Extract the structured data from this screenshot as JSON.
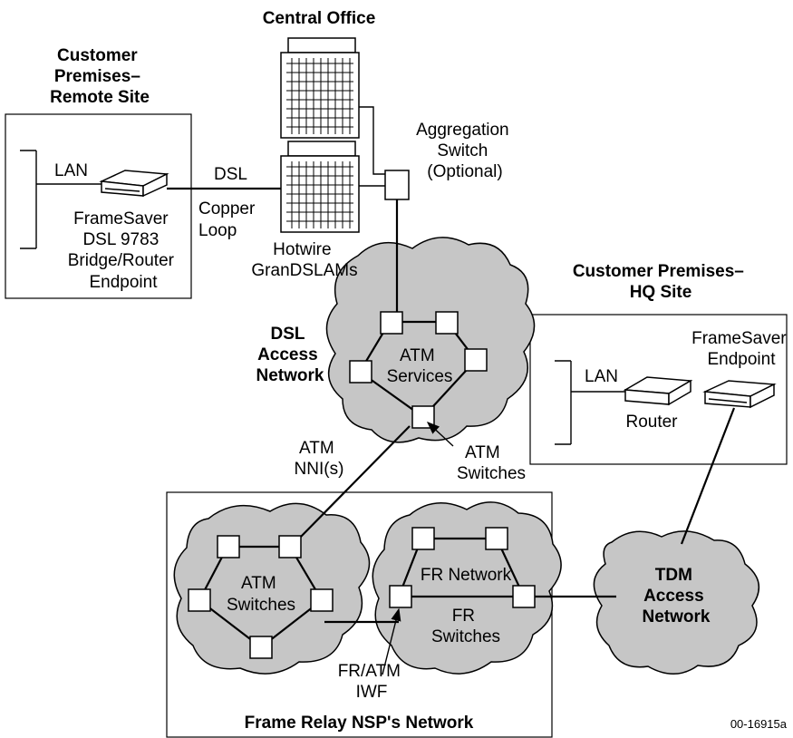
{
  "labels": {
    "central_office": "Central Office",
    "cp_remote": [
      "Customer",
      "Premises–",
      "Remote Site"
    ],
    "lan_remote": "LAN",
    "dsl": "DSL",
    "copper_loop": [
      "Copper",
      "Loop"
    ],
    "framesaver_remote": [
      "FrameSaver",
      "DSL 9783",
      "Bridge/Router",
      "Endpoint"
    ],
    "hotwire": [
      "Hotwire",
      "GranDSLAMs"
    ],
    "aggregation": [
      "Aggregation",
      "Switch",
      "(Optional)"
    ],
    "cp_hq": [
      "Customer Premises–",
      "HQ Site"
    ],
    "framesaver_hq": [
      "FrameSaver",
      "Endpoint"
    ],
    "lan_hq": "LAN",
    "router": "Router",
    "dsl_access": [
      "DSL",
      "Access",
      "Network"
    ],
    "atm_services": [
      "ATM",
      "Services"
    ],
    "atm_switches_top": [
      "ATM",
      "Switches"
    ],
    "atm_nni": [
      "ATM",
      "NNI(s)"
    ],
    "atm_switches_cloud": [
      "ATM",
      "Switches"
    ],
    "fr_network": "FR Network",
    "fr_switches": [
      "FR",
      "Switches"
    ],
    "fr_atm_iwf": [
      "FR/ATM",
      "IWF"
    ],
    "tdm_access": [
      "TDM",
      "Access",
      "Network"
    ],
    "frame_relay_nsp": "Frame Relay NSP's Network",
    "figure_id": "00-16915a"
  },
  "colors": {
    "cloud": "#c6c6c6",
    "line": "#000000",
    "background": "#ffffff"
  }
}
